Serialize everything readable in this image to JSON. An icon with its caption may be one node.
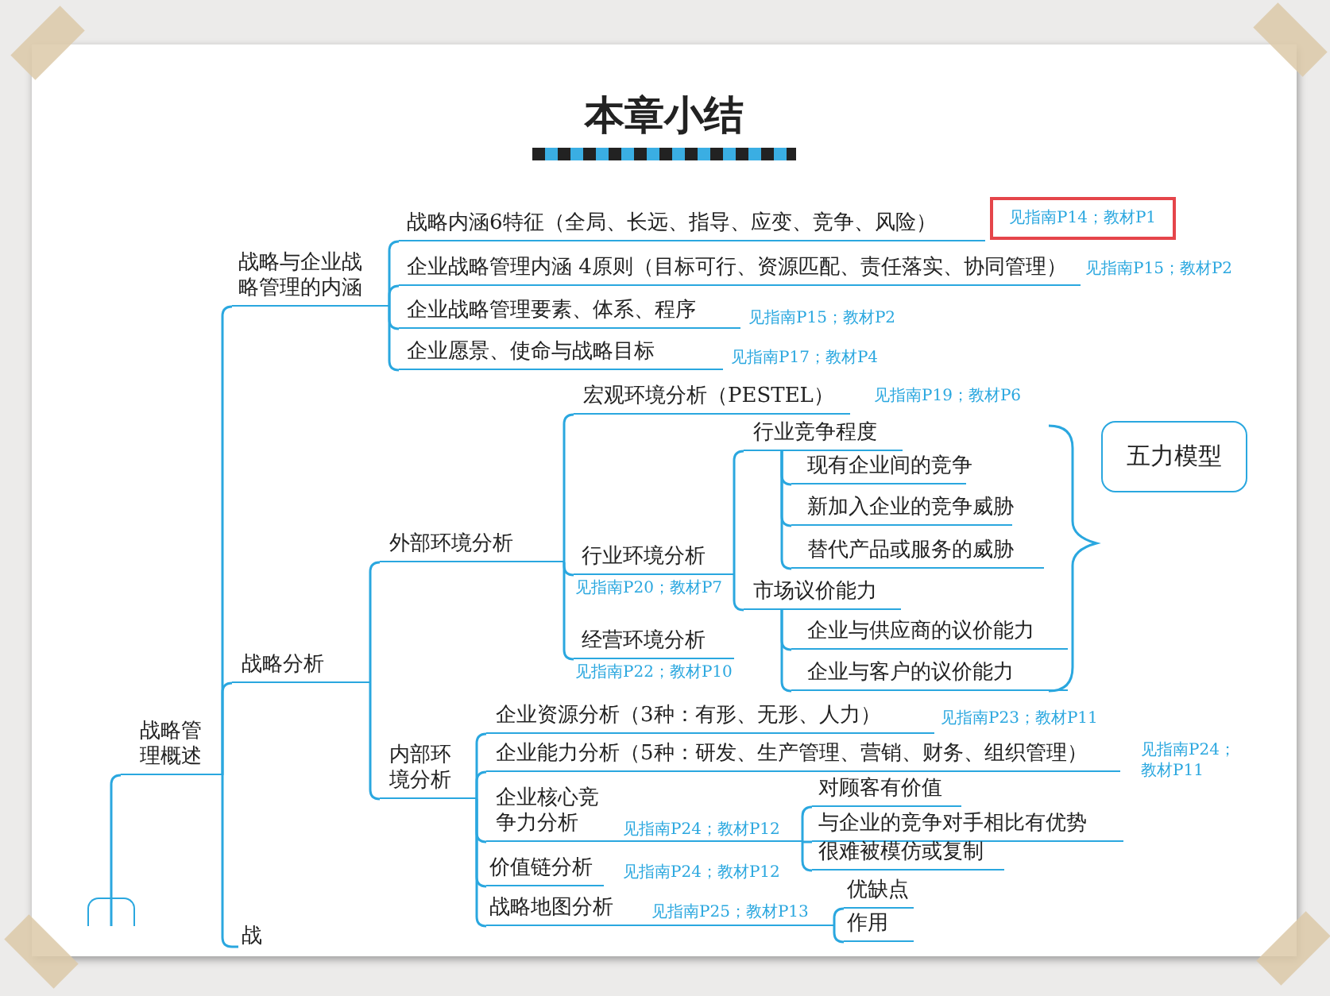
{
  "diagram": {
    "title": "本章小结",
    "nodes": [
      {
        "text": [],
        "shape": "box"
      },
      {
        "text": [
          "战略管理概述"
        ]
      },
      {
        "text": [
          "战略与企业战略管理的内涵"
        ]
      },
      {
        "text": [
          "战略内涵6特征（全局、长远、指导、应变、竞争、风险）"
        ],
        "beside": [
          "见指南P14；教材P1"
        ]
      },
      {
        "text": [
          "企业战略管理内涵 4原则（目标可行、资源匹配、责任落实、协同管理）"
        ],
        "beside": [
          "见指南P15；教材P2"
        ]
      },
      {
        "text": [
          "企业战略管理要素、体系、程序"
        ],
        "beside": [
          "见指南P15；教材P2"
        ]
      },
      {
        "text": [
          "企业愿景、使命与战略目标"
        ],
        "beside": [
          "见指南P17；教材P4"
        ]
      },
      {
        "text": [
          "战略分析"
        ]
      },
      {
        "text": [
          "外部环境分析"
        ]
      },
      {
        "text": [
          "宏观环境分析（PESTEL）"
        ],
        "beside": [
          "见指南P19；教材P6"
        ]
      },
      {
        "text": [
          "行业环境分析"
        ],
        "beside": [
          "见指南P20；教材P7"
        ]
      },
      {
        "text": [
          "行业竞争程度"
        ]
      },
      {
        "text": [
          "现有企业间的竞争"
        ]
      },
      {
        "text": [
          "新加入企业的竞争威胁"
        ]
      },
      {
        "text": [
          "替代产品或服务的威胁"
        ]
      },
      {
        "text": [
          "市场议价能力"
        ]
      },
      {
        "text": [
          "企业与供应商的议价能力"
        ]
      },
      {
        "text": [
          "企业与客户的议价能力"
        ]
      },
      {
        "text": [
          "五力模型"
        ]
      },
      {
        "text": [
          "经营环境分析"
        ],
        "beside": [
          "见指南P22；教材P10"
        ]
      },
      {
        "text": [
          "内部环境分析"
        ]
      },
      {
        "text": [
          "企业资源分析（3种：有形、无形、人力）"
        ],
        "beside": [
          "见指南P23；教材P11"
        ]
      },
      {
        "text": [
          "企业能力分析（5种：研发、生产管理、营销、财务、组织管理）"
        ],
        "beside": [
          "见指南P24；教材P11"
        ]
      },
      {
        "text": [
          "企业核心竞争力分析"
        ]
      },
      {
        "text": [
          "对顾客有价值"
        ]
      },
      {
        "text": [
          "与企业的竞争对手相比有优势"
        ]
      },
      {
        "text": [
          "很难被模仿或复制"
        ]
      },
      {
        "text": [
          "价值链分析"
        ],
        "beside": [
          "见指南P24；教材P12"
        ]
      },
      {
        "text": [
          "战略地图分析"
        ]
      },
      {
        "text": [
          "优缺点"
        ]
      },
      {
        "text": [
          "作用"
        ]
      },
      {
        "text": [
          "战"
        ]
      }
    ],
    "edges": [
      {
        "from": 0,
        "to": 1,
        "arrow": "none"
      },
      {
        "from": 1,
        "to": 2,
        "arrow": "none"
      },
      {
        "from": 1,
        "to": 7,
        "arrow": "none"
      },
      {
        "from": 1,
        "to": 31,
        "arrow": "none"
      },
      {
        "from": 2,
        "to": 3,
        "arrow": "none"
      },
      {
        "from": 2,
        "to": 4,
        "arrow": "none"
      },
      {
        "from": 2,
        "to": 5,
        "arrow": "none"
      },
      {
        "from": 2,
        "to": 6,
        "arrow": "none"
      },
      {
        "from": 7,
        "to": 8,
        "arrow": "none"
      },
      {
        "from": 7,
        "to": 20,
        "arrow": "none"
      },
      {
        "from": 8,
        "to": 9,
        "arrow": "none"
      },
      {
        "from": 8,
        "to": 10,
        "arrow": "none"
      },
      {
        "from": 8,
        "to": 19,
        "arrow": "none"
      },
      {
        "from": 10,
        "to": 11,
        "arrow": "none"
      },
      {
        "from": 10,
        "to": 15,
        "arrow": "none"
      },
      {
        "from": 11,
        "to": 12,
        "arrow": "none"
      },
      {
        "from": 11,
        "to": 13,
        "arrow": "none"
      },
      {
        "from": 11,
        "to": 14,
        "arrow": "none"
      },
      {
        "from": 15,
        "to": 16,
        "arrow": "none"
      },
      {
        "from": 15,
        "to": 17,
        "arrow": "none"
      },
      {
        "from": 20,
        "to": 21,
        "arrow": "none"
      },
      {
        "from": 20,
        "to": 22,
        "arrow": "none"
      },
      {
        "from": 20,
        "to": 23,
        "arrow": "none"
      },
      {
        "from": 20,
        "to": 27,
        "arrow": "none"
      },
      {
        "from": 20,
        "to": 28,
        "arrow": "none"
      },
      {
        "from": 23,
        "to": 24,
        "arrow": "none"
      },
      {
        "from": 23,
        "to": 25,
        "arrow": "none"
      },
      {
        "from": 23,
        "to": 26,
        "arrow": "none"
      },
      {
        "from": 28,
        "to": 29,
        "arrow": "none"
      },
      {
        "from": 28,
        "to": 30,
        "arrow": "none"
      }
    ],
    "labels": [
      "见指南P24；教材P12",
      "见指南P25；教材P13"
    ]
  }
}
